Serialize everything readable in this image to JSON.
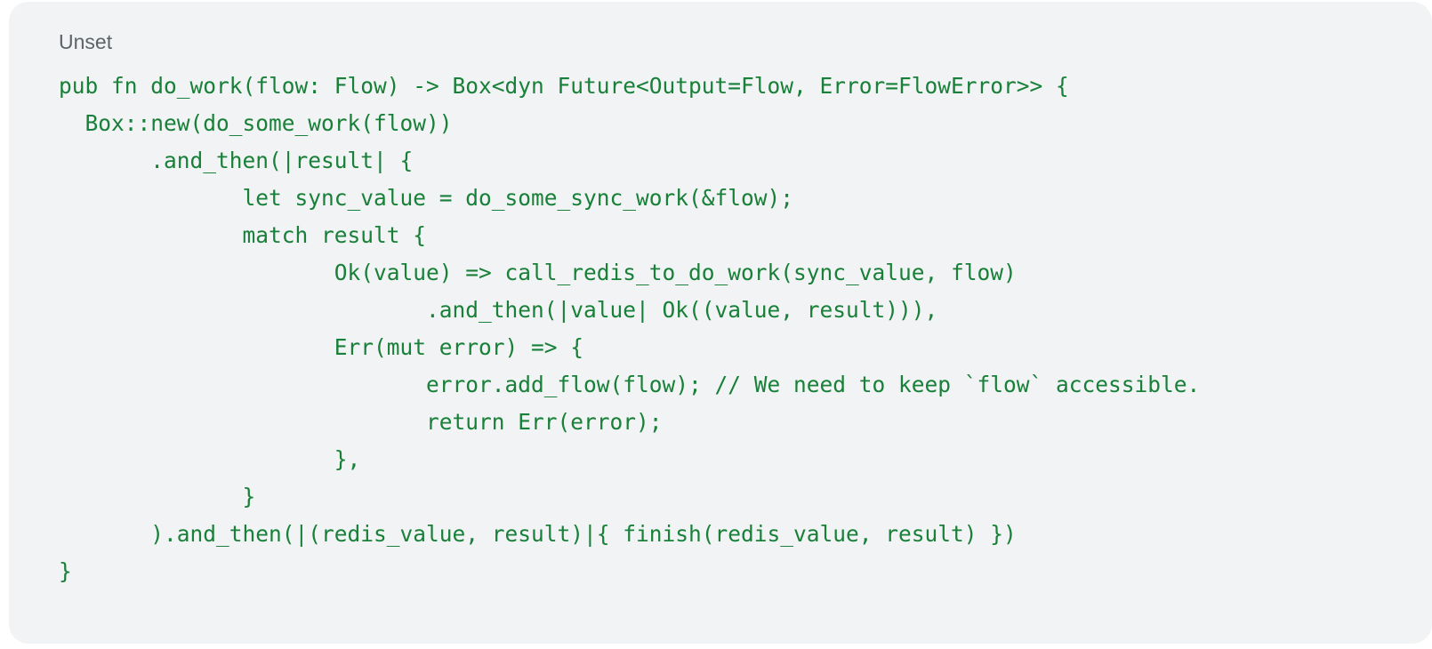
{
  "code_block": {
    "language_label": "Unset",
    "lines": [
      "pub fn do_work(flow: Flow) -> Box<dyn Future<Output=Flow, Error=FlowError>> {",
      "  Box::new(do_some_work(flow))",
      "       .and_then(|result| {",
      "              let sync_value = do_some_sync_work(&flow);",
      "              match result {",
      "                     Ok(value) => call_redis_to_do_work(sync_value, flow)",
      "                            .and_then(|value| Ok((value, result))),",
      "                     Err(mut error) => {",
      "                            error.add_flow(flow); // We need to keep `flow` accessible.",
      "                            return Err(error);",
      "                     },",
      "              }",
      "       ).and_then(|(redis_value, result)|{ finish(redis_value, result) })",
      "}"
    ]
  },
  "colors": {
    "code_text": "#188038",
    "card_background": "#f1f3f4",
    "label_text": "#5f6368"
  }
}
